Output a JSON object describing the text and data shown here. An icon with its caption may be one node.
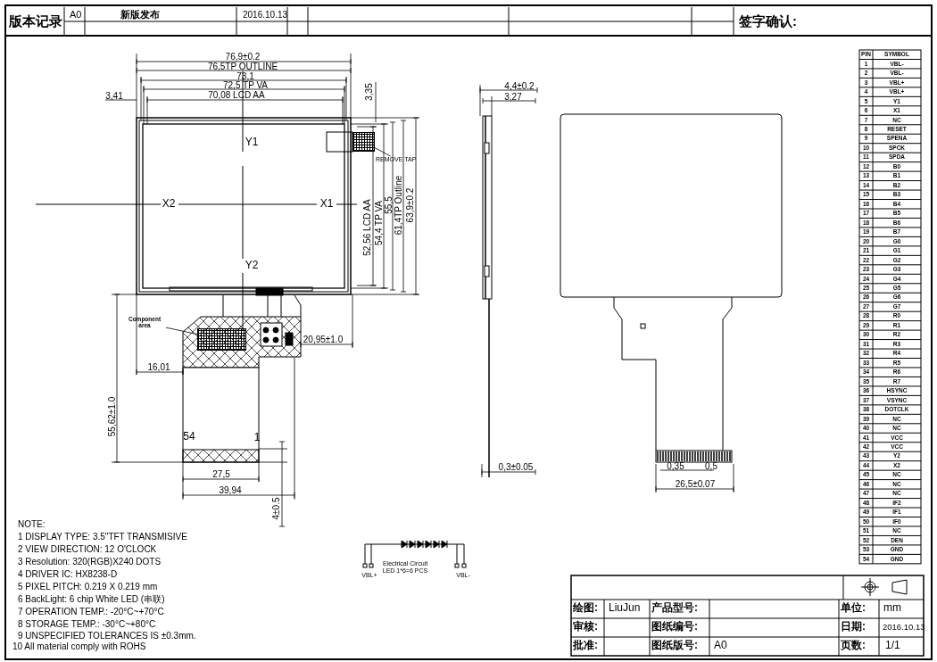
{
  "diagram": {
    "nodes": [
      {
        "text": [
          "Component area"
        ]
      },
      {
        "text": [],
        "shape": "box"
      },
      {
        "text": [
          "REMOVE TAP"
        ]
      },
      {
        "text": [],
        "shape": "box"
      }
    ],
    "edges": [
      {
        "from": 0,
        "to": 1,
        "arrow": "none"
      },
      {
        "from": 2,
        "to": 3,
        "arrow": "none"
      }
    ],
    "labels": [
      "版本记录",
      "A0",
      "新版发布",
      "2016.10.13",
      "签字确认:",
      "76,9±0.2",
      "76,5TP OUTLINE",
      "73,1",
      "72,5 TP VA",
      "3,41",
      "70,08 LCD AA",
      "3,35",
      "Y1",
      "X2",
      "X1",
      "Y2",
      "52,56 LCD AA",
      "54,4 TP VA",
      "55,5",
      "61,4TP Outline",
      "63,9±0.2",
      "20,95±1.0",
      "16,01",
      "55,62±1.0",
      "54",
      "1",
      "27,5",
      "39,94",
      "4±0.5",
      "4,4±0.2",
      "3,27",
      "0,3±0.05",
      "0,35",
      "0,5",
      "26,5±0.07",
      "PIN",
      "SYMBOL",
      "1",
      "VBL-",
      "2",
      "VBL-",
      "3",
      "VBL+",
      "4",
      "VBL+",
      "5",
      "Y1",
      "6",
      "X1",
      "7",
      "NC",
      "8",
      "RESET",
      "9",
      "SPENA",
      "10",
      "SPCK",
      "11",
      "SPDA",
      "12",
      "B0",
      "13",
      "B1",
      "14",
      "B2",
      "15",
      "B3",
      "16",
      "B4",
      "17",
      "B5",
      "18",
      "B6",
      "19",
      "B7",
      "20",
      "G0",
      "21",
      "G1",
      "22",
      "G2",
      "23",
      "G3",
      "24",
      "G4",
      "25",
      "G5",
      "26",
      "G6",
      "27",
      "G7",
      "28",
      "R0",
      "29",
      "R1",
      "30",
      "R2",
      "31",
      "R3",
      "32",
      "R4",
      "33",
      "R5",
      "34",
      "R6",
      "35",
      "R7",
      "36",
      "HSYNC",
      "37",
      "VSYNC",
      "38",
      "DOTCLK",
      "39",
      "NC",
      "40",
      "NC",
      "41",
      "VCC",
      "42",
      "VCC",
      "43",
      "Y2",
      "44",
      "X2",
      "45",
      "NC",
      "46",
      "NC",
      "47",
      "NC",
      "48",
      "IF2",
      "49",
      "IF1",
      "50",
      "IF0",
      "51",
      "NC",
      "52",
      "DEN",
      "53",
      "GND",
      "54",
      "GND",
      "NOTE:",
      "1 DISPLAY TYPE: 3.5\"TFT TRANSMISIVE",
      "2 VIEW DIRECTION: 12 O'CLOCK",
      "3 Resolution: 320(RGB)X240 DOTS",
      "4 DRIVER IC: HX8238-D",
      "5 PIXEL PITCH: 0.219 X 0.219 mm",
      "6 BackLight: 6 chip White LED (串联)",
      "7 OPERATION TEMP.: -20°C~+70°C",
      "8 STORAGE TEMP.:      -30°C~+80°C",
      "9 UNSPECIFIED TOLERANCES IS ±0.3mm.",
      "10 All material comply with ROHS",
      "VBL+",
      "Electrical Circuit LED 1*6=6 PCS",
      "VBL-",
      "绘图:",
      "LiuJun",
      "产品型号:",
      "单位:",
      "mm",
      "审核:",
      "图纸编号:",
      "日期:",
      "2016.10.13",
      "批准:",
      "图纸版号:",
      "A0",
      "页数:",
      "1/1"
    ]
  }
}
